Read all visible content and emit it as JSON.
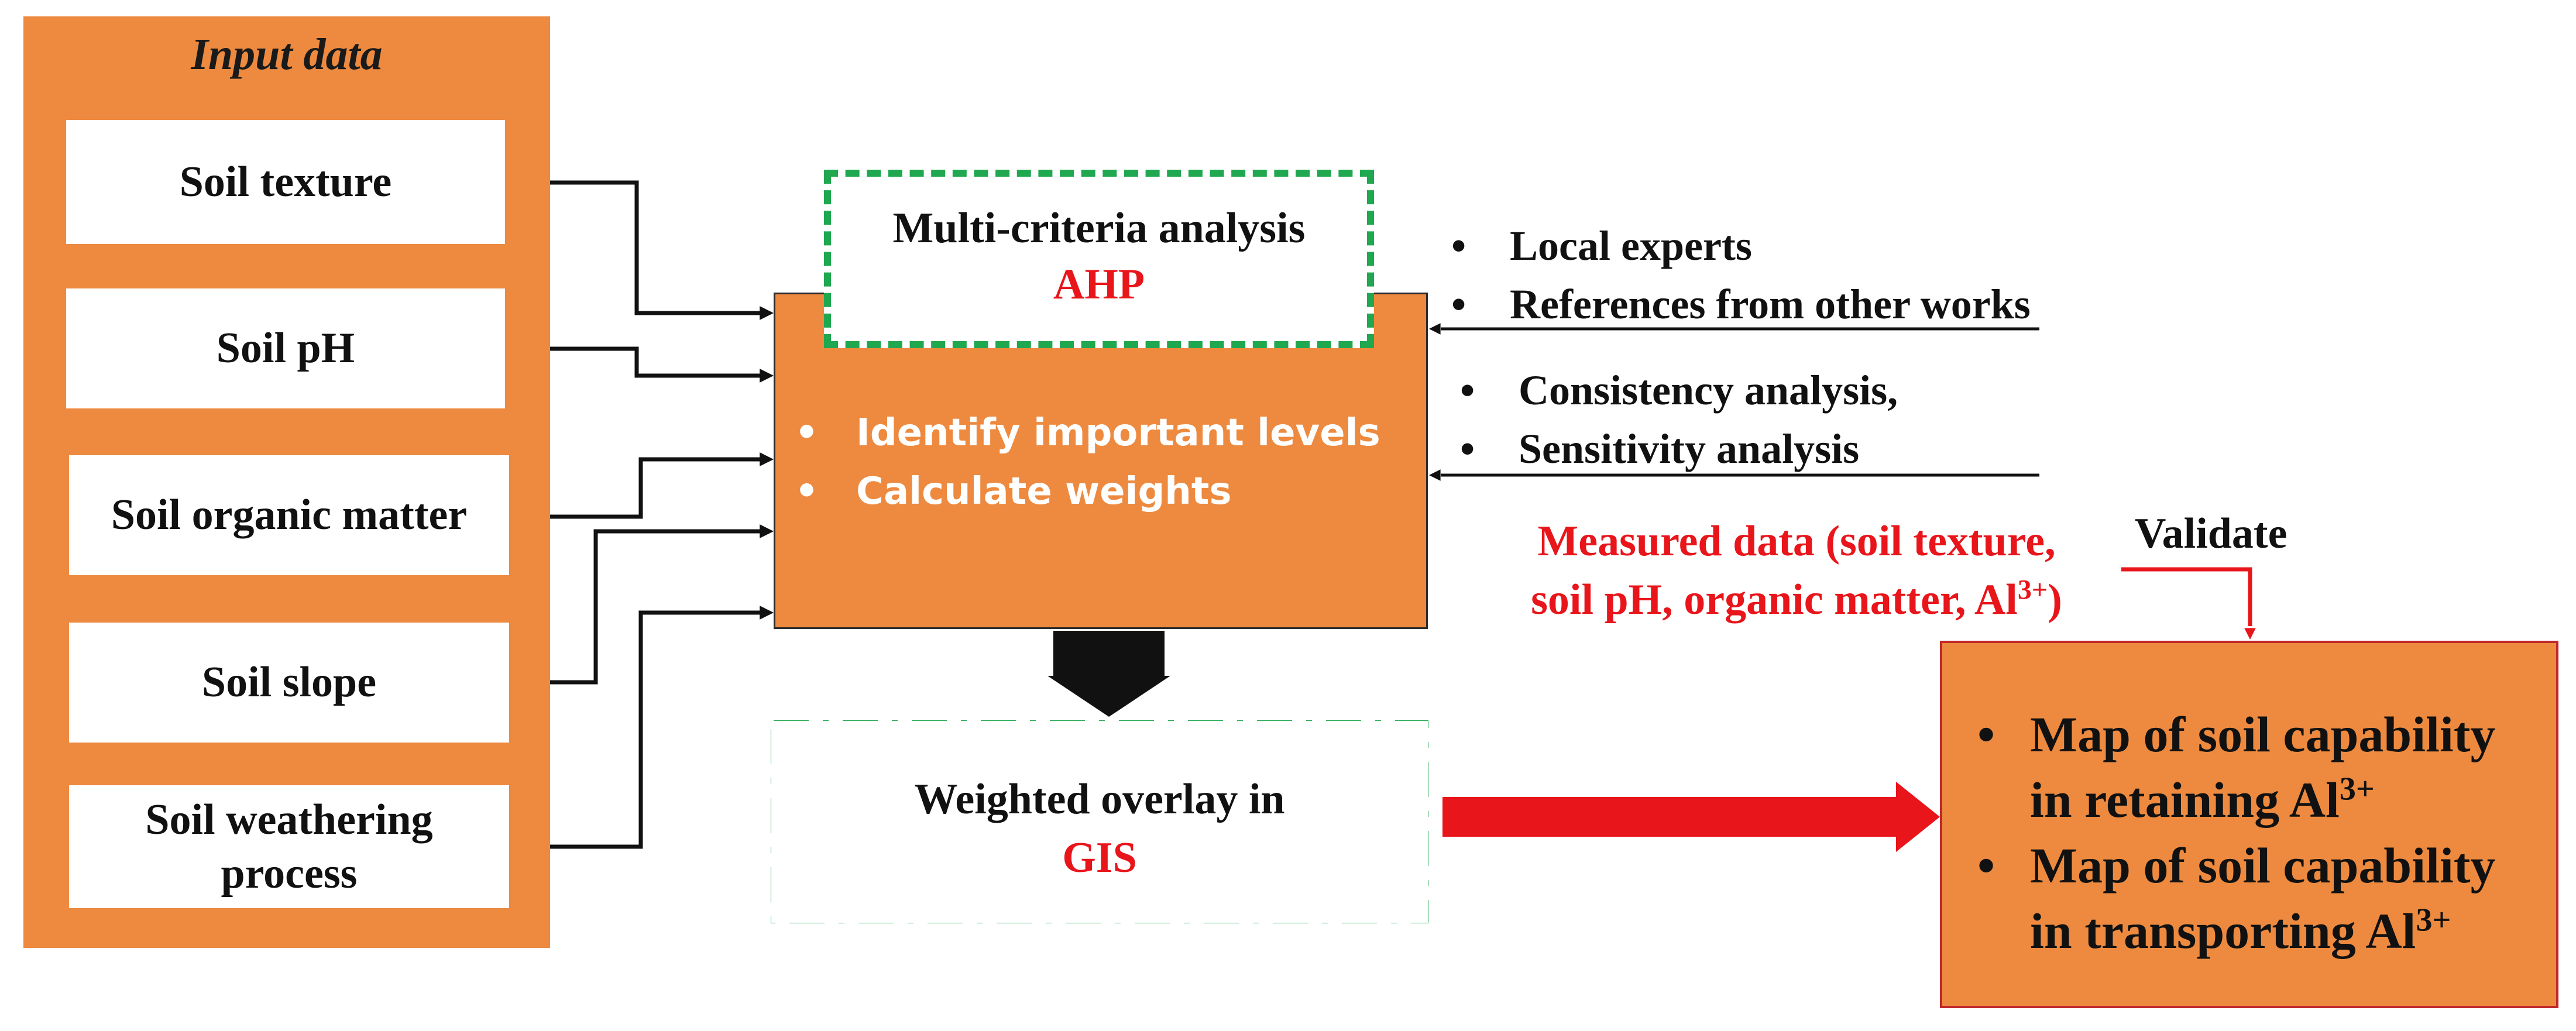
{
  "input_panel": {
    "title": "Input data",
    "items": [
      {
        "label": "Soil texture"
      },
      {
        "label": "Soil pH"
      },
      {
        "label": "Soil organic matter"
      },
      {
        "label": "Soil slope"
      },
      {
        "label": "Soil weathering process"
      }
    ]
  },
  "ahp": {
    "title": "Multi-criteria analysis",
    "subtitle": "AHP",
    "bullets": [
      "Identify important levels",
      "Calculate weights"
    ]
  },
  "inputs_top": {
    "items": [
      "Local experts",
      "References from other works"
    ]
  },
  "inputs_mid": {
    "items": [
      "Consistency analysis,",
      "Sensitivity analysis"
    ]
  },
  "overlay": {
    "title": "Weighted overlay in",
    "subtitle": "GIS"
  },
  "measured": {
    "line1": "Measured data (soil texture,",
    "line2_prefix": "soil pH, organic matter, Al",
    "line2_sup": "3+",
    "line2_suffix": ")"
  },
  "validate_label": "Validate",
  "output": {
    "items": [
      {
        "line1": "Map of soil capability",
        "line2": "in retaining Al",
        "sup": "3+"
      },
      {
        "line1": "Map of soil capability",
        "line2": "in transporting Al",
        "sup": "3+"
      }
    ]
  },
  "bullet_char": "•",
  "colors": {
    "panel_orange": "#ED8A3F",
    "dash_green": "#1FA84F",
    "accent_red": "#E8151B",
    "text_dark": "#111111",
    "text_white": "#FFFFFF"
  }
}
